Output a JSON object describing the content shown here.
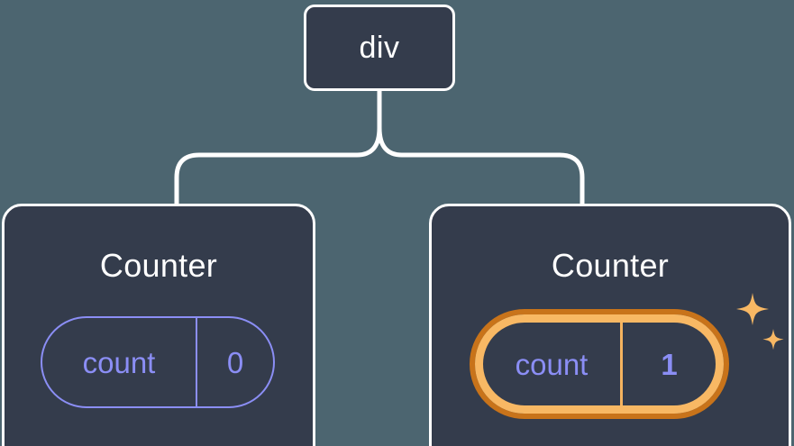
{
  "diagram": {
    "type": "component-tree",
    "background_color": "#4c6570",
    "node_fill_color": "#343c4c",
    "node_border_color": "#ffffff",
    "connector_color": "#ffffff",
    "state_color": "#8b8ef5",
    "highlight_outer_color": "#c8731a",
    "highlight_inner_color": "#f8b864",
    "sparkle_color": "#f8b864"
  },
  "root": {
    "label": "div"
  },
  "children": [
    {
      "title": "Counter",
      "state": {
        "key": "count",
        "value": "0"
      },
      "highlighted": false
    },
    {
      "title": "Counter",
      "state": {
        "key": "count",
        "value": "1"
      },
      "highlighted": true,
      "sparkle_count": 2
    }
  ]
}
